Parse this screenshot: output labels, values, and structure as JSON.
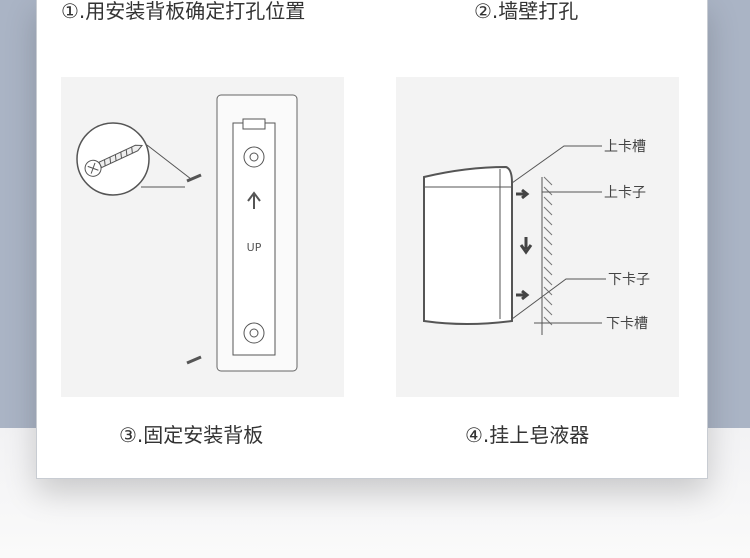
{
  "steps": [
    {
      "caption": "①.用安装背板确定打孔位置"
    },
    {
      "caption": "②.墙壁打孔"
    },
    {
      "caption": "③.固定安装背板"
    },
    {
      "caption": "④.挂上皂液器"
    }
  ],
  "diagram4": {
    "labels": {
      "upper_slot": "上卡槽",
      "upper_clip": "上卡子",
      "lower_clip": "下卡子",
      "lower_slot": "下卡槽"
    }
  },
  "diagram3": {
    "plate_marking": "UP"
  }
}
